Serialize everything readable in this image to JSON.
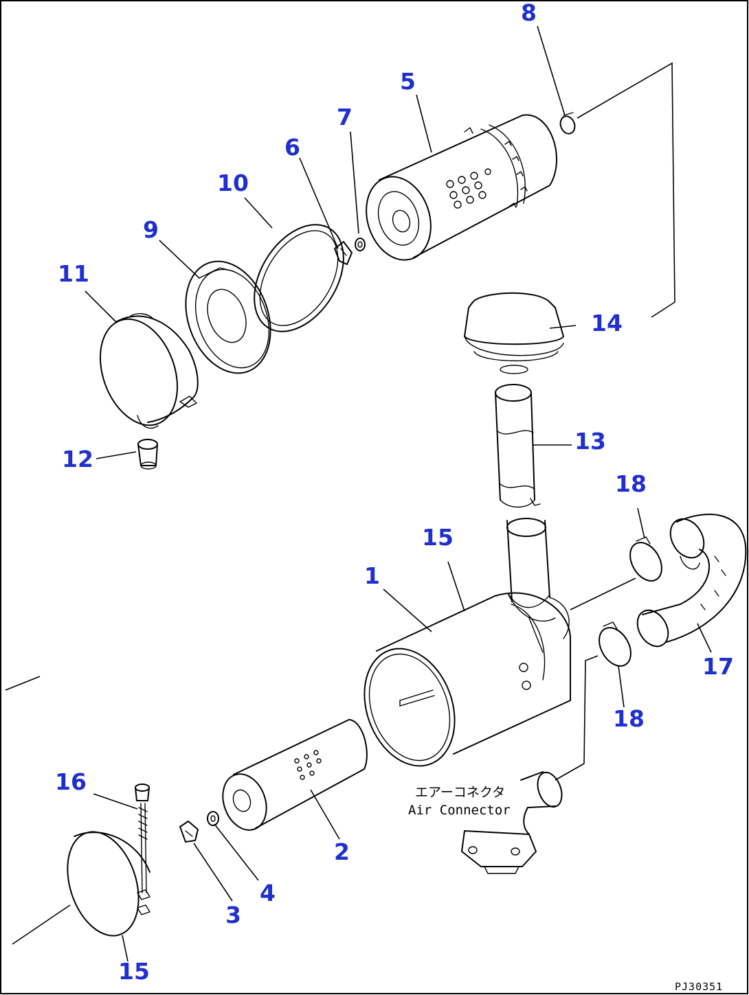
{
  "callouts": {
    "c1": "1",
    "c2": "2",
    "c3": "3",
    "c4": "4",
    "c5": "5",
    "c6": "6",
    "c7": "7",
    "c8": "8",
    "c9": "9",
    "c10": "10",
    "c11": "11",
    "c12": "12",
    "c13": "13",
    "c14": "14",
    "c15a": "15",
    "c15b": "15",
    "c16": "16",
    "c17": "17",
    "c18a": "18",
    "c18b": "18"
  },
  "notes": {
    "air_connector_jp": "エアーコネクタ",
    "air_connector_en": "Air Connector"
  },
  "drawing_number": "PJ30351",
  "colors": {
    "callout": "#1f2fd0",
    "line": "#000000",
    "background": "#ffffff"
  }
}
